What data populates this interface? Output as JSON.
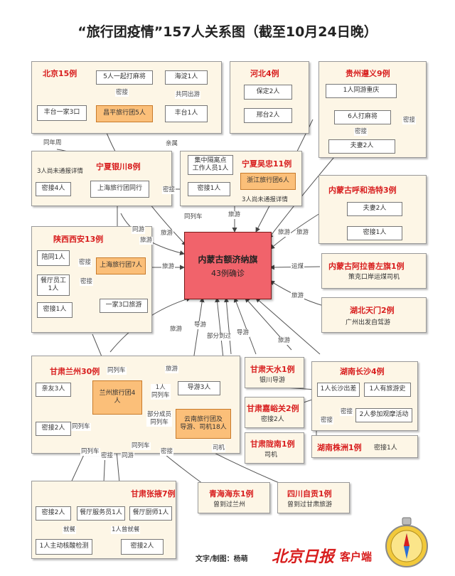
{
  "title": "“旅行团疫情”157人关系图（截至10月24日晚）",
  "center": {
    "name": "内蒙古额济纳旗",
    "count": "43例确诊"
  },
  "regions": {
    "beijing": {
      "title": "北京15例",
      "n1": "5人一起打麻将",
      "n2": "海淀1人",
      "n3": "丰台一家3口",
      "n4": "昌平旅行团5人",
      "n5": "丰台1人",
      "e1": "密接",
      "e2": "共同出游"
    },
    "hebei": {
      "title": "河北4例",
      "n1": "保定2人",
      "n2": "邢台2人"
    },
    "guizhou": {
      "title": "贵州遵义9例",
      "n1": "1人同游重庆",
      "n2": "6人打麻将",
      "n3": "夫妻2人",
      "e1": "密接",
      "e2": "密接"
    },
    "ningxia_yc": {
      "title": "宁夏银川8例",
      "n1": "密接4人",
      "n2": "上海旅行团同行",
      "note": "3人尚未通报详情"
    },
    "ningxia_wz": {
      "title": "宁夏吴忠11例",
      "n1": "集中隔离点\n工作人员1人",
      "n2": "密接1人",
      "n3": "浙江旅行团6人",
      "note": "3人尚未通报详情"
    },
    "neimeng_hh": {
      "title": "内蒙古呼和浩特3例",
      "n1": "夫妻2人",
      "n2": "密接1人"
    },
    "shaanxi": {
      "title": "陕西西安13例",
      "n1": "陪同1人",
      "n2": "上海旅行团7人",
      "n3": "餐厅员工\n1人",
      "n4": "密接1人",
      "n5": "一家3口旅游",
      "e1": "密接",
      "e2": "密接"
    },
    "alashan": {
      "title": "内蒙古阿拉善左旗1例",
      "sub": "策克口岸运煤司机"
    },
    "hubei": {
      "title": "湖北天门2例",
      "sub": "广州出发自驾游"
    },
    "lanzhou": {
      "title": "甘肃兰州30例",
      "n1": "亲友3人",
      "n2": "兰州旅行团4\n人",
      "n3": "密接2人",
      "n4": "导游3人",
      "n5": "云南旅行团及\n导游、司机18人",
      "e1": "同列车",
      "e2": "同列车",
      "e3": "1人\n同列车",
      "e4": "部分成员\n同列车",
      "e5": "司机"
    },
    "tianshui": {
      "title": "甘肃天水1例",
      "sub": "银川导游"
    },
    "jiayuguan": {
      "title": "甘肃嘉峪关2例",
      "sub": "密接2人"
    },
    "longnan": {
      "title": "甘肃陇南1例",
      "sub": "司机"
    },
    "changsha": {
      "title": "湖南长沙4例",
      "n1": "1人长沙出差",
      "n2": "1人有旅游史",
      "n3": "2人参加观摩活动",
      "e1": "密接",
      "e2": "密接"
    },
    "zhuzhou": {
      "title": "湖南株洲1例",
      "sub": "密接1人"
    },
    "zhangye": {
      "title": "甘肃张掖7例",
      "n1": "密接2人",
      "n2": "餐厅服务员1人",
      "n3": "餐厅厨师1人",
      "n4": "1人主动核酸检测",
      "n5": "密接2人",
      "e1": "就餐",
      "e2": "1人曾就餐"
    },
    "qinghai": {
      "title": "青海海东1例",
      "sub": "曾到过兰州"
    },
    "sichuan": {
      "title": "四川自贡1例",
      "sub": "曾到过甘肃旅游"
    }
  },
  "edges": {
    "tongnian": "同年周",
    "qinshu": "亲属",
    "tonglieche": "同列车",
    "tongyou": "同游",
    "lvyou": "旅游",
    "mijie": "密接",
    "yunmei": "运煤",
    "daoyou": "导游",
    "bufendao": "部分到过"
  },
  "credit": "文字/制图：杨萌",
  "brand": "北京日报",
  "brand_app": "客户端"
}
